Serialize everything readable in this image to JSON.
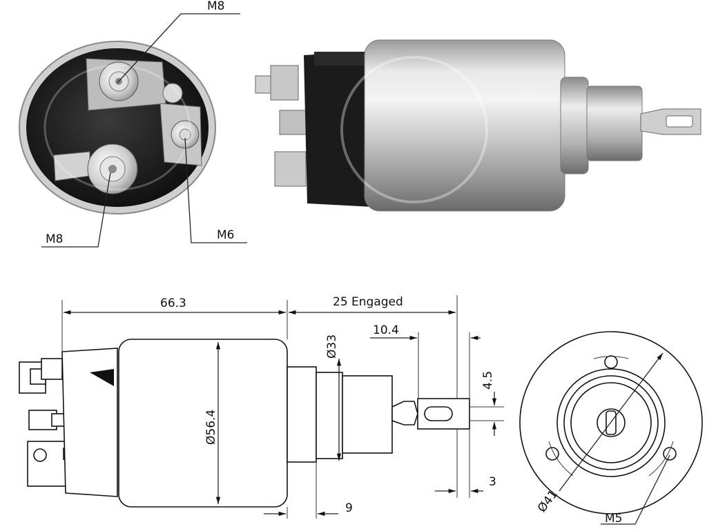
{
  "photo_labels": {
    "top_terminal": "M8",
    "bottom_terminal": "M8",
    "small_terminal": "M6"
  },
  "dimensions": {
    "body_length": "66.3",
    "engaged_travel": "25 Engaged",
    "plunger_end_length": "10.4",
    "plunger_diameter": "Ø33",
    "body_diameter": "Ø56.4",
    "slot_width": "4.5",
    "tab_thickness": "3",
    "flange_offset": "9",
    "bolt_circle": "Ø41",
    "mount_thread": "M5"
  },
  "colors": {
    "metal_light": "#e4e4e4",
    "metal_dark": "#7a7a7a",
    "cap_black": "#1a1a1a",
    "line": "#222222"
  }
}
